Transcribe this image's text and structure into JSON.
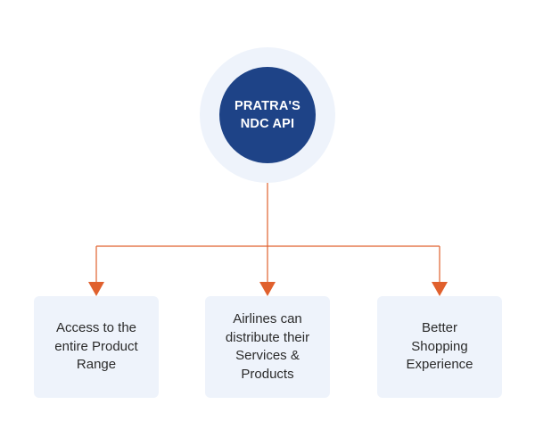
{
  "diagram": {
    "hub": {
      "label": "PRATRA'S NDC API"
    },
    "outcomes": [
      {
        "label": "Access to the entire Product Range"
      },
      {
        "label": "Airlines can distribute their Services & Products"
      },
      {
        "label": "Better Shopping Experience"
      }
    ],
    "colors": {
      "hub_fill": "#1e4387",
      "hub_ring": "#eef3fb",
      "card_fill": "#eef3fb",
      "connector": "#e0602d",
      "text": "#2b2b2b"
    }
  }
}
